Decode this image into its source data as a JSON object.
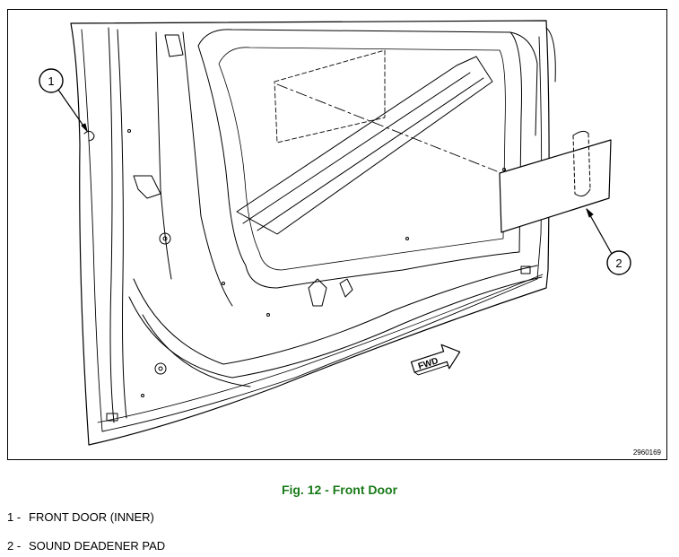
{
  "figure": {
    "reference_number": "2960169",
    "caption": "Fig. 12 - Front Door",
    "fwd_label": "FWD",
    "callouts": [
      {
        "number": "1"
      },
      {
        "number": "2"
      }
    ]
  },
  "legend": {
    "items": [
      {
        "number": "1 -",
        "label": "FRONT DOOR (INNER)"
      },
      {
        "number": "2 -",
        "label": "SOUND DEADENER PAD"
      }
    ]
  }
}
